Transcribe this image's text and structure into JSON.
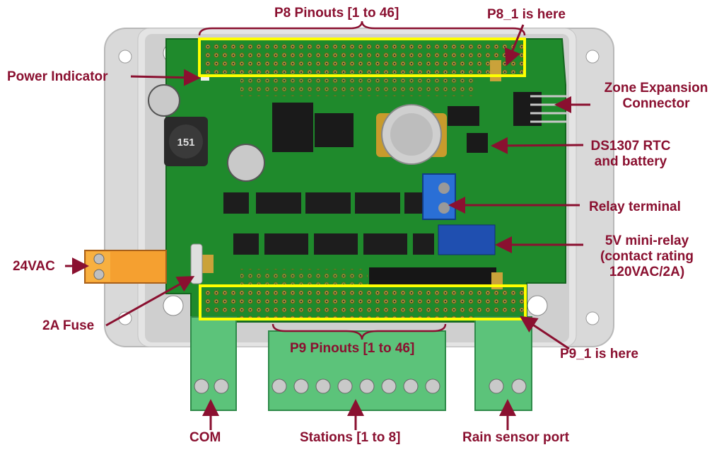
{
  "labels": {
    "p8_pinouts": "P8 Pinouts [1 to 46]",
    "p8_1": "P8_1 is here",
    "power_indicator": "Power Indicator",
    "zone_expansion_line1": "Zone Expansion",
    "zone_expansion_line2": "Connector",
    "rtc_line1": "DS1307 RTC",
    "rtc_line2": "and battery",
    "relay_terminal": "Relay terminal",
    "relay_line1": "5V mini-relay",
    "relay_line2": "(contact rating",
    "relay_line3": "120VAC/2A)",
    "vac": "24VAC",
    "fuse": "2A Fuse",
    "p9_pinouts": "P9 Pinouts [1 to 46]",
    "p9_1": "P9_1 is here",
    "com": "COM",
    "stations": "Stations [1 to 8]",
    "rain": "Rain sensor port"
  },
  "colors": {
    "label_text": "#8a1030",
    "arrow": "#8a1030",
    "highlight_box": "#ffff00",
    "pcb": "#1f8a2c",
    "enclosure": "#d8d8d8",
    "terminal_green": "#5cc37a",
    "terminal_orange": "#f5a030",
    "terminal_blue": "#2a6fd6"
  }
}
